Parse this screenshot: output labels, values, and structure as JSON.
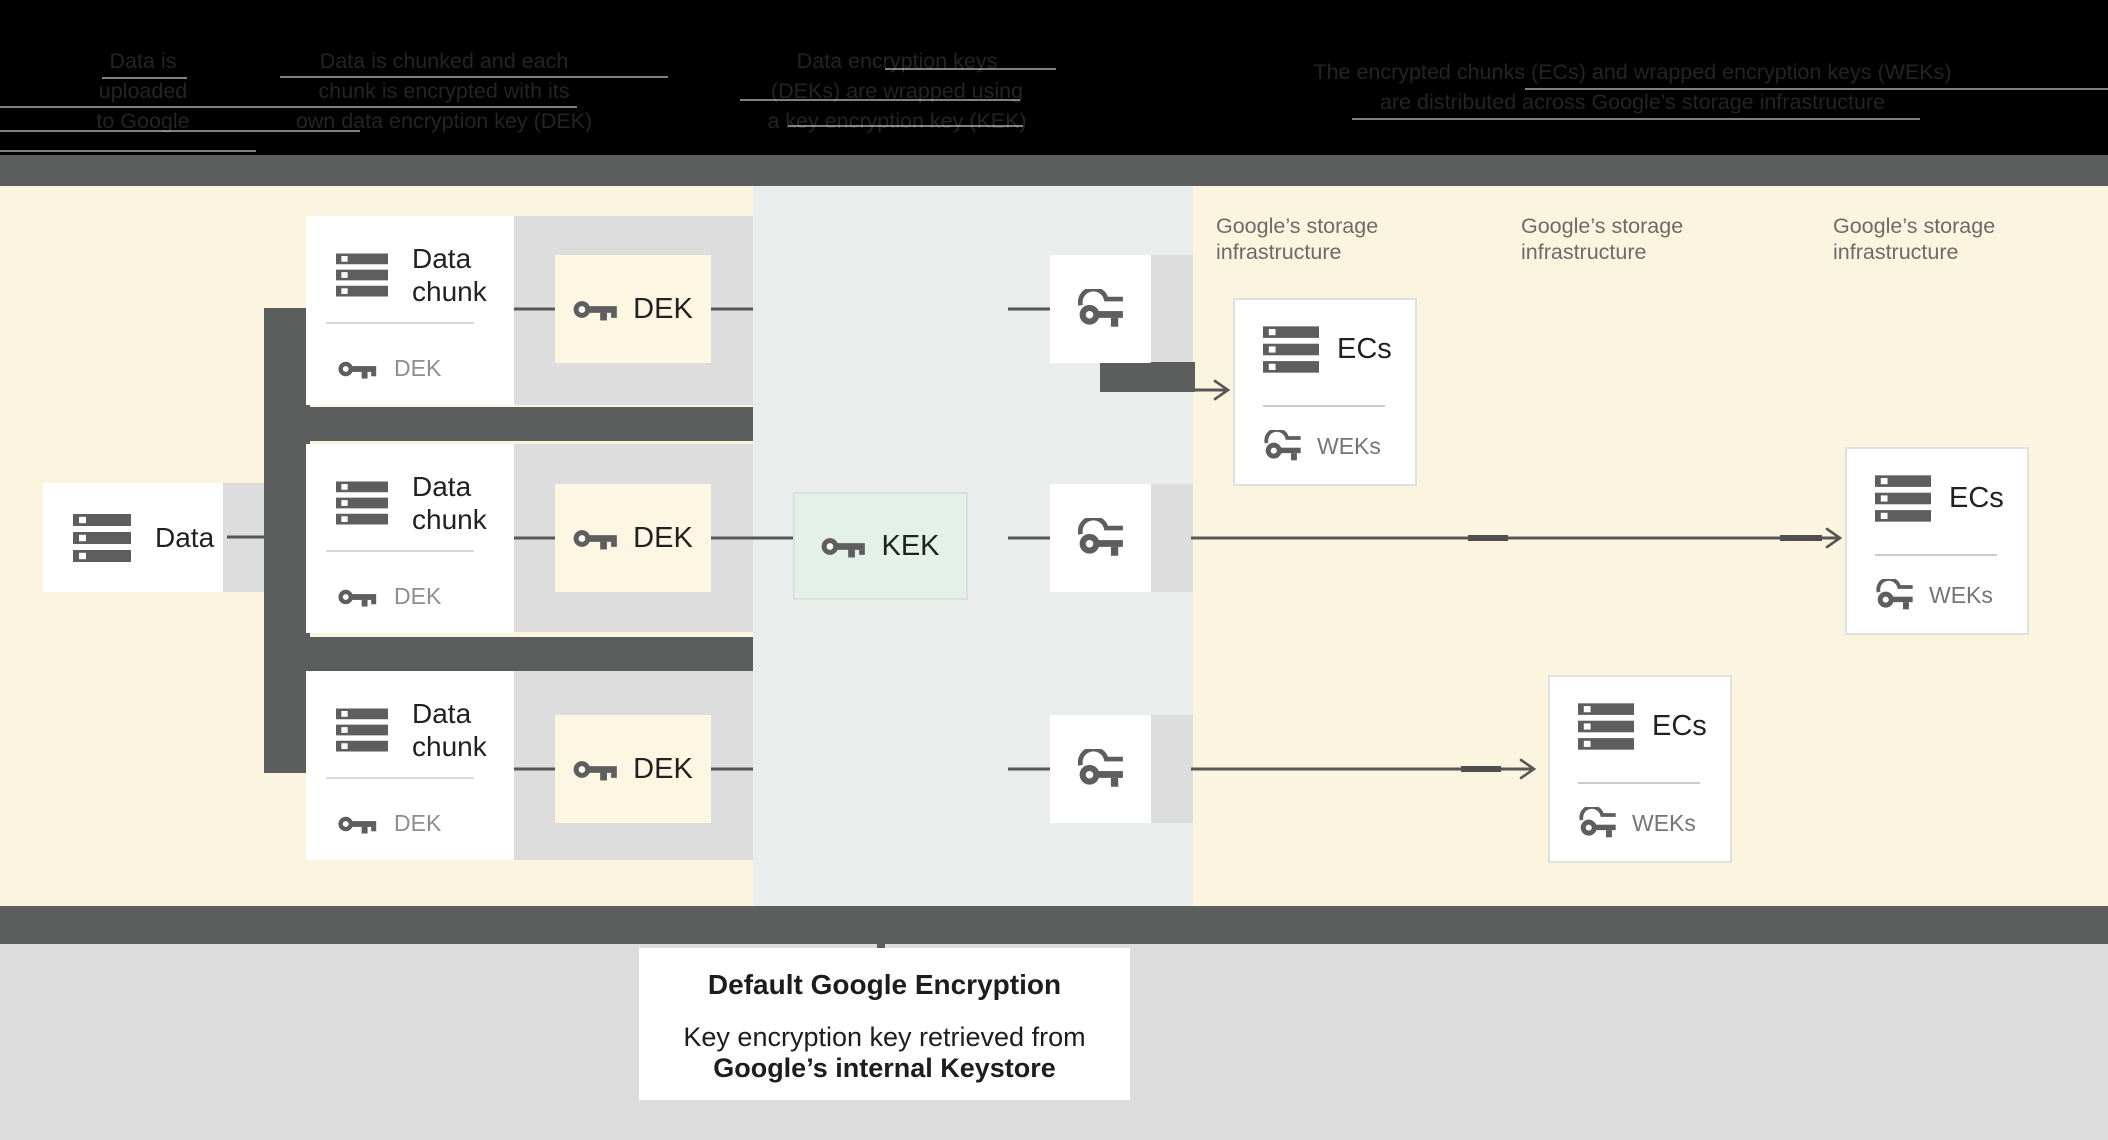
{
  "header": {
    "steps": [
      {
        "lines": [
          "Data is",
          "uploaded",
          "to Google"
        ]
      },
      {
        "lines": [
          "Data is chunked and each",
          "chunk is encrypted with its",
          "own data encryption key (DEK)"
        ]
      },
      {
        "lines": [
          "Data encryption keys",
          "(DEKs) are wrapped using",
          "a key encryption key (KEK)"
        ]
      },
      {
        "lines": [
          "The encrypted chunks (ECs) and wrapped encryption keys (WEKs)",
          "are distributed across Google’s storage infrastructure"
        ]
      }
    ]
  },
  "diagram": {
    "data_box": {
      "label": "Data"
    },
    "rows": [
      {
        "chunk_title_line1": "Data",
        "chunk_title_line2": "chunk",
        "chunk_key_label": "DEK",
        "dek_label": "DEK"
      },
      {
        "chunk_title_line1": "Data",
        "chunk_title_line2": "chunk",
        "chunk_key_label": "DEK",
        "dek_label": "DEK"
      },
      {
        "chunk_title_line1": "Data",
        "chunk_title_line2": "chunk",
        "chunk_key_label": "DEK",
        "dek_label": "DEK"
      }
    ],
    "kek_label": "KEK",
    "storage_labels": [
      {
        "line1": "Google’s storage",
        "line2": "infrastructure"
      },
      {
        "line1": "Google’s storage",
        "line2": "infrastructure"
      },
      {
        "line1": "Google’s storage",
        "line2": "infrastructure"
      }
    ],
    "ecs_boxes": [
      {
        "title": "ECs",
        "key_label": "WEKs"
      },
      {
        "title": "ECs",
        "key_label": "WEKs"
      },
      {
        "title": "ECs",
        "key_label": "WEKs"
      }
    ],
    "icons": {
      "data": "server-icon",
      "dek": "key-icon",
      "wrapped": "wrapped-key-icon"
    }
  },
  "caption": {
    "title": "Default Google Encryption",
    "line1": "Key encryption key retrieved from",
    "line2": "Google’s internal Keystore"
  },
  "colors": {
    "cream": "#FBF4DF",
    "panel": "#E9EDEC",
    "band": "#DDDDDD",
    "dark_bar": "#5C5E5D",
    "connector": "#575757",
    "mint_box": "#E3F1E9",
    "dek_box": "#FCF6E2",
    "footer": "#DCDCDC",
    "text_dark": "#212121",
    "text_muted": "#6B6B6B",
    "icon": "#5E5E5E"
  }
}
